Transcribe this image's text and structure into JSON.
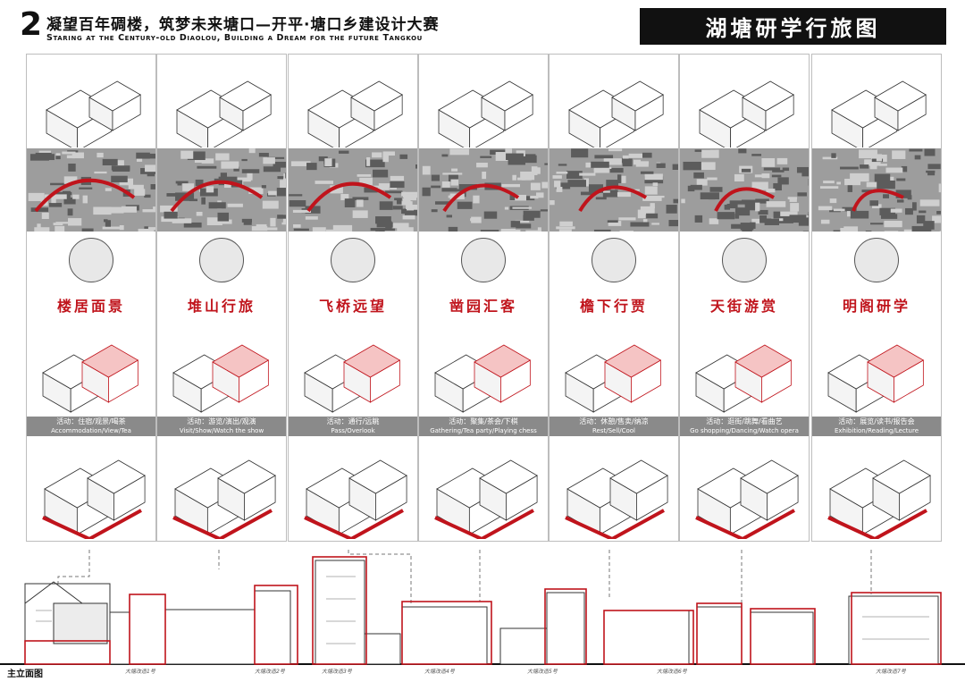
{
  "header": {
    "number": "2",
    "title_cn": "凝望百年碉楼，筑梦未来塘口—开平·塘口乡建设计大赛",
    "title_en": "Staring at the Century-old Diaolou, Building a Dream for the future Tangkou",
    "badge": "湖塘研学行旅图"
  },
  "colors": {
    "accent": "#c0141c",
    "band": "#8a8a8a",
    "line": "#333333"
  },
  "columns": [
    {
      "name": "楼居面景",
      "activity_cn": "活动：住宿/观景/喝茶",
      "activity_en": "Accommodation/View/Tea"
    },
    {
      "name": "堆山行旅",
      "activity_cn": "活动：游览/演出/观演",
      "activity_en": "Visit/Show/Watch the show"
    },
    {
      "name": "飞桥远望",
      "activity_cn": "活动：通行/远眺",
      "activity_en": "Pass/Overlook"
    },
    {
      "name": "凿园汇客",
      "activity_cn": "活动：聚集/茶会/下棋",
      "activity_en": "Gathering/Tea party/Playing chess"
    },
    {
      "name": "檐下行贾",
      "activity_cn": "活动：休憩/售卖/纳凉",
      "activity_en": "Rest/Sell/Cool"
    },
    {
      "name": "天街游赏",
      "activity_cn": "活动：逛街/跳舞/看曲艺",
      "activity_en": "Go shopping/Dancing/Watch opera"
    },
    {
      "name": "明阁研学",
      "activity_cn": "活动：展览/读书/报告会",
      "activity_en": "Exhibition/Reading/Lecture"
    }
  ],
  "footer": {
    "elevation_label": "主立面图",
    "site_labels": [
      "大塘改造1号",
      "大塘改造2号",
      "大塘改造3号",
      "大塘改造4号",
      "大塘改造5号",
      "大塘改造6号",
      "大塘改造7号"
    ]
  }
}
